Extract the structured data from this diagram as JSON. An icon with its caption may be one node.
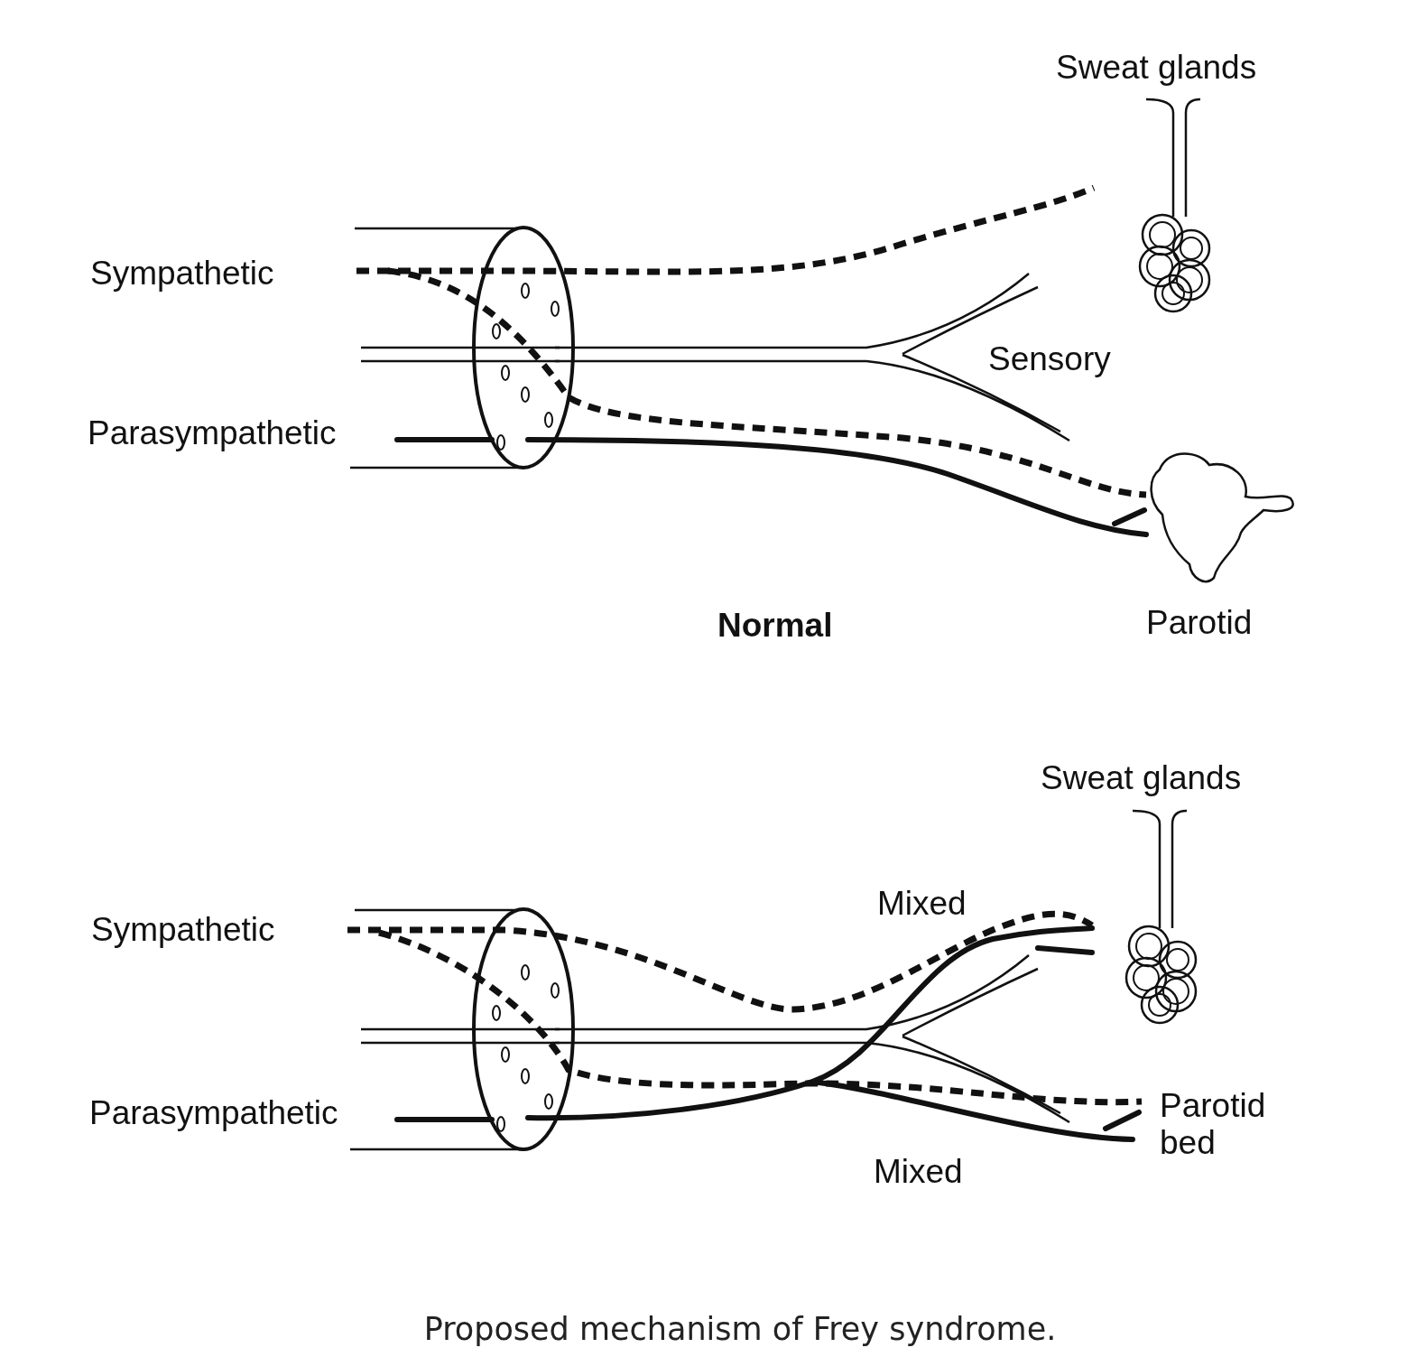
{
  "diagram": {
    "caption": "Proposed mechanism of Frey syndrome.",
    "labels": [
      "Sweat glands",
      "Sympathetic",
      "Sensory",
      "Parasympathetic",
      "Normal",
      "Parotid",
      "Sweat glands",
      "Mixed",
      "Sympathetic",
      "Parotid bed",
      "Parasympathetic",
      "Mixed"
    ]
  }
}
